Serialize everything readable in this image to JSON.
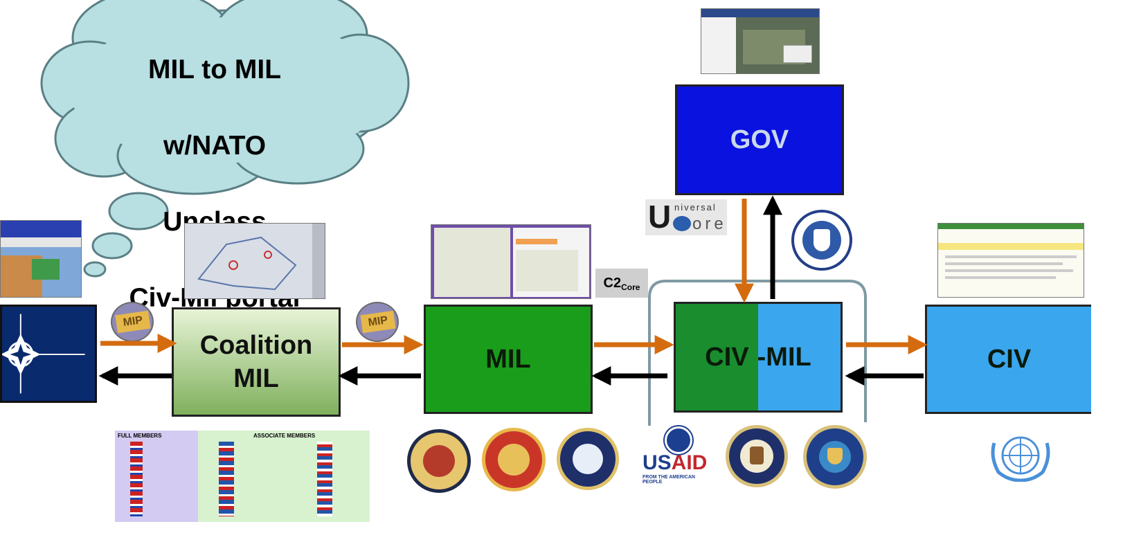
{
  "cloud": {
    "lines": [
      "MIL to MIL",
      "w/NATO",
      "Unclass",
      "Civ-Mil portal"
    ]
  },
  "nodes": {
    "nato": {
      "label": ""
    },
    "coalition": {
      "label": "Coalition\nMIL"
    },
    "mil": {
      "label": "MIL"
    },
    "civmil": {
      "label_left": "CIV",
      "label_right": "-MIL"
    },
    "gov": {
      "label": "GOV"
    },
    "civ": {
      "label": "CIV"
    }
  },
  "badges": {
    "c2core": {
      "main": "C2",
      "sub": "Core"
    },
    "mip_left": "MIP",
    "mip_right": "MIP",
    "ucore": {
      "u": "U",
      "top": "niversal",
      "bottom": "ore"
    },
    "usaid": {
      "main": "USAID",
      "tagline": "FROM THE AMERICAN PEOPLE"
    }
  },
  "member_table": {
    "full_title": "FULL MEMBERS",
    "assoc_title": "ASSOCIATE MEMBERS"
  },
  "colors": {
    "orange_arrow": "#d46c0f",
    "black_arrow": "#000000",
    "nato_blue": "#0a2a6e",
    "gov_blue": "#0a12e0",
    "mil_green": "#1a9d1a",
    "civ_blue": "#3aa6ee",
    "cloud_fill": "#b8dfe2",
    "cloud_stroke": "#5a7f84"
  }
}
